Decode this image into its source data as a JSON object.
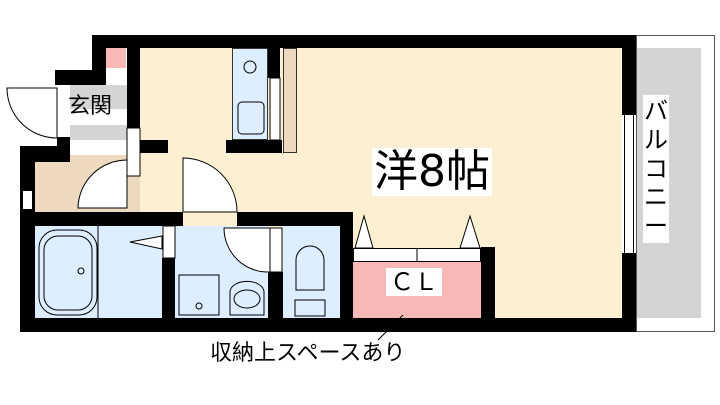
{
  "rooms": {
    "main": "洋8帖",
    "entrance": "玄関",
    "balcony": "バルコニー",
    "closet": "ＣＬ"
  },
  "note": "収納上スペースあり",
  "colors": {
    "room": "#fdf0d2",
    "wet": "#dceeff",
    "closet": "#f8b8b8",
    "balcony": "#d4d4d4",
    "wall": "#000000"
  }
}
